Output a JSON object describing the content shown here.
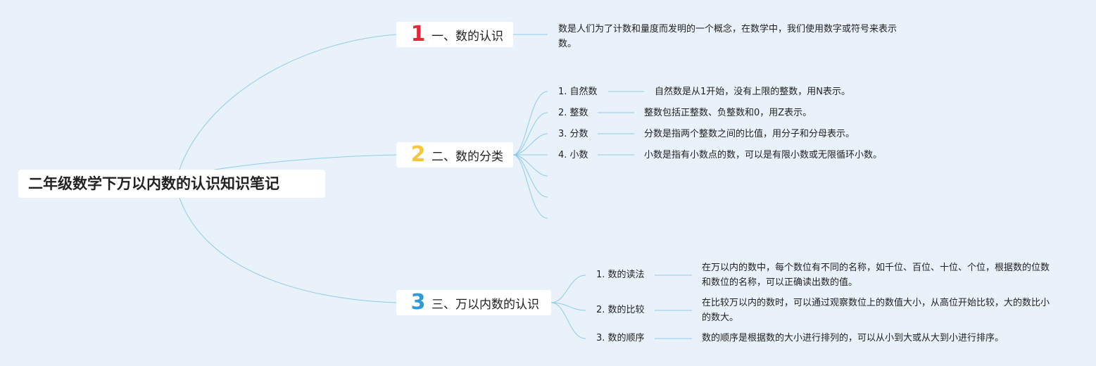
{
  "root": {
    "title": "二年级数学下万以内数的认识知识笔记"
  },
  "branches": [
    {
      "number": "1",
      "color": "#e02a3a",
      "label": "一、数的认识",
      "description": "数是人们为了计数和量度而发明的一个概念，在数学中，我们使用数字或符号来表示数。"
    },
    {
      "number": "2",
      "color": "#f5c73d",
      "label": "二、数的分类",
      "children": [
        {
          "label": "1. 自然数",
          "description": "自然数是从1开始，没有上限的整数，用N表示。"
        },
        {
          "label": "2. 整数",
          "description": "整数包括正整数、负整数和0，用Z表示。"
        },
        {
          "label": "3. 分数",
          "description": "分数是指两个整数之间的比值，用分子和分母表示。"
        },
        {
          "label": "4. 小数",
          "description": "小数是指有小数点的数，可以是有限小数或无限循环小数。"
        }
      ]
    },
    {
      "number": "3",
      "color": "#2f9ad8",
      "label": "三、万以内数的认识",
      "children": [
        {
          "label": "1. 数的读法",
          "description": "在万以内的数中，每个数位有不同的名称，如千位、百位、十位、个位，根据数的位数和数位的名称，可以正确读出数的值。"
        },
        {
          "label": "2. 数的比较",
          "description": "在比较万以内的数时，可以通过观察数位上的数值大小，从高位开始比较，大的数比小的数大。"
        },
        {
          "label": "3. 数的顺序",
          "description": "数的顺序是根据数的大小进行排列的，可以从小到大或从大到小进行排序。"
        }
      ]
    }
  ],
  "line_color": "#8fcbe6"
}
